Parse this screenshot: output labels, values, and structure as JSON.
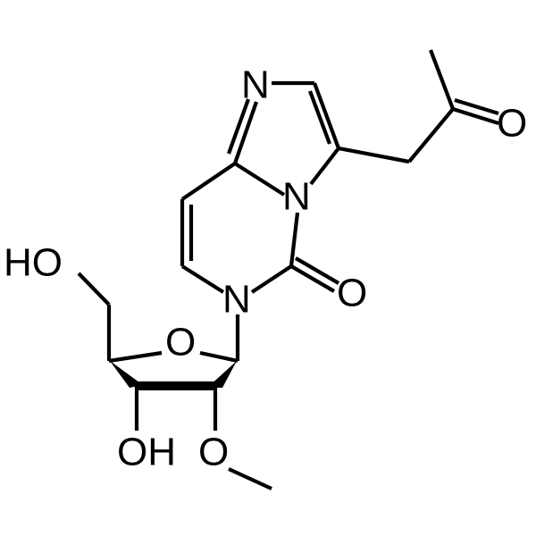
{
  "molecule": {
    "atoms": {
      "n_imidazole": "N",
      "n_bridge": "N",
      "n_ring": "N",
      "o_ketone": "O",
      "o_carbonyl": "O",
      "o_sugar": "O",
      "ho_primary": "HO",
      "oh_secondary": "OH",
      "o_methoxy": "O"
    },
    "colors": {
      "bond": "#000000",
      "label": "#000000",
      "background": "#ffffff"
    }
  }
}
